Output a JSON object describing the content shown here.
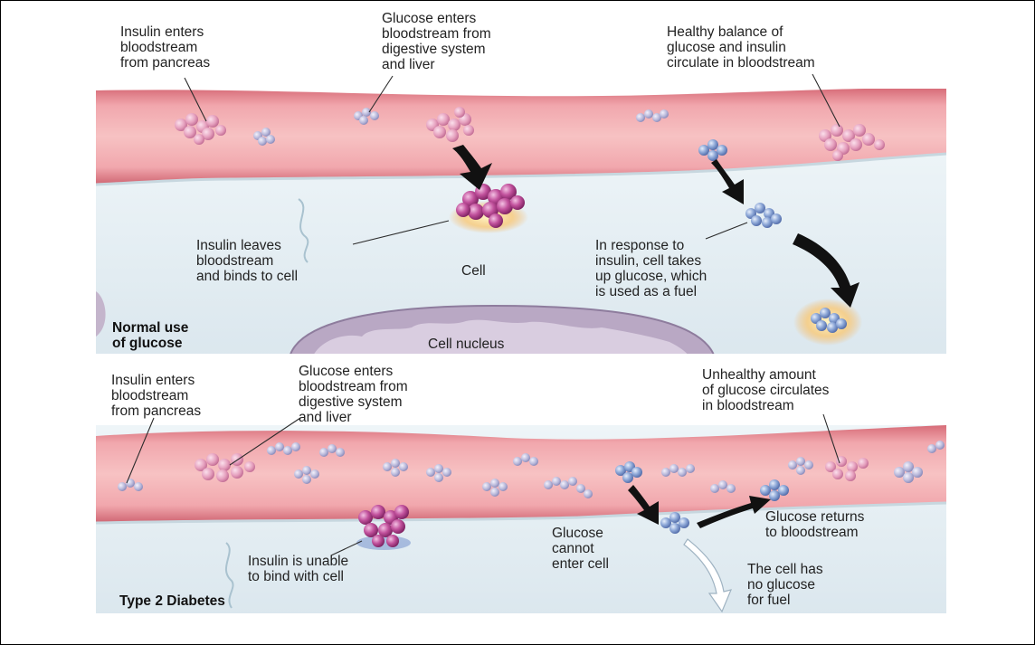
{
  "top_panel": {
    "title_line1": "Normal use",
    "title_line2": "of glucose",
    "labels": {
      "insulin_enters": [
        "Insulin enters",
        "bloodstream",
        "from pancreas"
      ],
      "glucose_enters": [
        "Glucose enters",
        "bloodstream from",
        "digestive system",
        "and liver"
      ],
      "healthy_balance": [
        "Healthy balance of",
        "glucose and insulin",
        "circulate in bloodstream"
      ],
      "insulin_leaves": [
        "Insulin leaves",
        "bloodstream",
        "and binds to cell"
      ],
      "cell": "Cell",
      "response": [
        "In response to",
        "insulin, cell takes",
        "up glucose, which",
        "is used as a fuel"
      ],
      "nucleus": "Cell nucleus"
    }
  },
  "bottom_panel": {
    "title": "Type 2 Diabetes",
    "labels": {
      "insulin_enters": [
        "Insulin enters",
        "bloodstream",
        "from pancreas"
      ],
      "glucose_enters": [
        "Glucose enters",
        "bloodstream from",
        "digestive system",
        "and liver"
      ],
      "unhealthy": [
        "Unhealthy amount",
        "of glucose circulates",
        "in bloodstream"
      ],
      "insulin_unable": [
        "Insulin is unable",
        "to bind with cell"
      ],
      "cannot_enter": [
        "Glucose",
        "cannot",
        "enter cell"
      ],
      "returns": [
        "Glucose returns",
        "to bloodstream"
      ],
      "no_glucose": [
        "The cell has",
        "no glucose",
        "for fuel"
      ]
    }
  },
  "colors": {
    "vessel_wall": "#d9707a",
    "vessel_lumen": "#f4b3b5",
    "cell_body": "#e4eef3",
    "insulin": "#b03a8c",
    "glucose": "#7b97cc",
    "nucleus": "#b7a5c1"
  }
}
